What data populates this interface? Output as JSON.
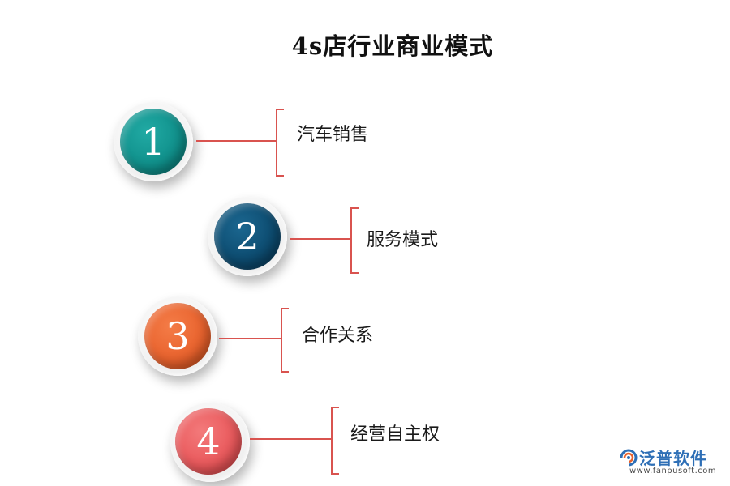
{
  "title": "4s店行业商业模式",
  "items": [
    {
      "number": "1",
      "label": "汽车销售",
      "color": "#0f8f8a"
    },
    {
      "number": "2",
      "label": "服务模式",
      "color": "#0c4a6e"
    },
    {
      "number": "3",
      "label": "合作关系",
      "color": "#e8612c"
    },
    {
      "number": "4",
      "label": "经营自主权",
      "color": "#e9575a"
    }
  ],
  "watermark": {
    "name": "泛普软件",
    "url": "www.fanpusoft.com"
  },
  "colors": {
    "connector": "#d9534f"
  }
}
